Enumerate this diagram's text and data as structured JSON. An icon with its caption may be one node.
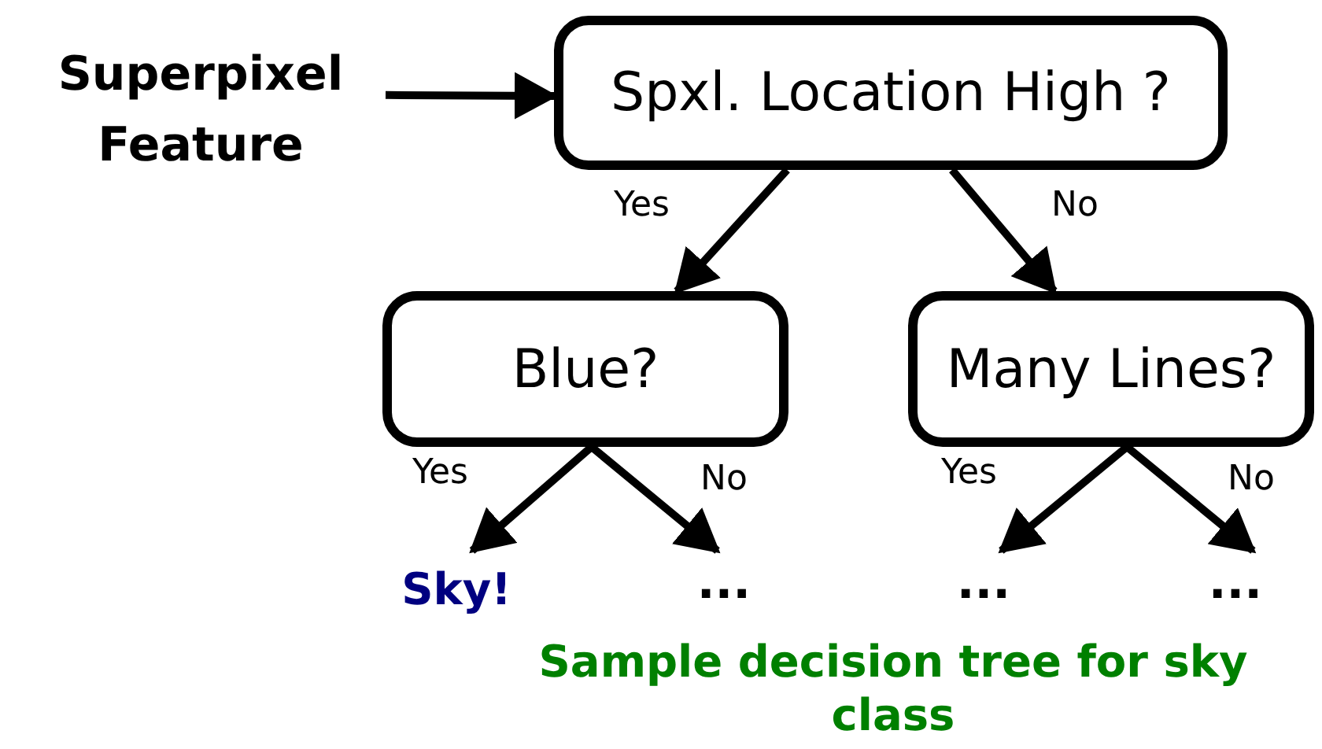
{
  "diagram": {
    "caption": "Sample decision tree for sky class",
    "nodes": [
      {
        "text": [
          "Superpixel Feature"
        ]
      },
      {
        "text": [
          "Spxl. Location High ?"
        ]
      },
      {
        "text": [
          "Blue?"
        ]
      },
      {
        "text": [
          "Many Lines?"
        ]
      },
      {
        "text": [
          "Sky!"
        ]
      },
      {
        "text": [
          "..."
        ]
      },
      {
        "text": [
          "..."
        ]
      },
      {
        "text": [
          "..."
        ]
      }
    ],
    "edges": [
      {
        "from": 0,
        "to": 1,
        "arrow": "to"
      },
      {
        "from": 1,
        "to": 2,
        "arrow": "to",
        "label": "Yes"
      },
      {
        "from": 1,
        "to": 3,
        "arrow": "to",
        "label": "No"
      },
      {
        "from": 2,
        "to": 4,
        "arrow": "to",
        "label": "Yes"
      },
      {
        "from": 2,
        "to": 5,
        "arrow": "to",
        "label": "No"
      },
      {
        "from": 3,
        "to": 6,
        "arrow": "to",
        "label": "Yes"
      },
      {
        "from": 3,
        "to": 7,
        "arrow": "to",
        "label": "No"
      }
    ]
  }
}
